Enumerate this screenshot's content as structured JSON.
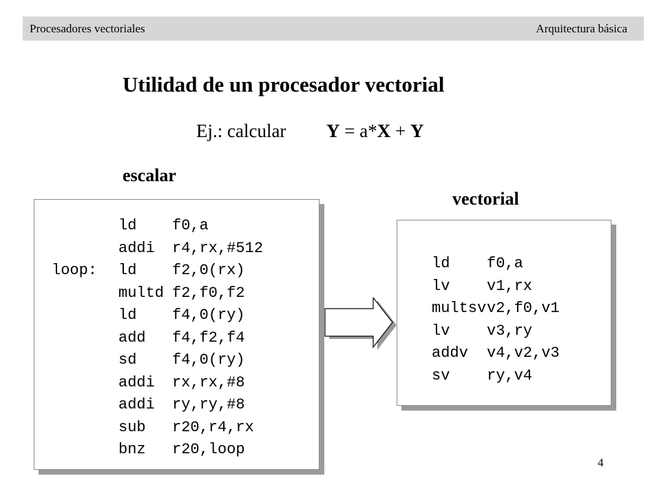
{
  "header": {
    "left": "Procesadores vectoriales",
    "right": "Arquitectura básica"
  },
  "title": "Utilidad de un procesador vectorial",
  "equation": {
    "label": "Ej.: calcular",
    "lhs": "Y",
    "eq1": " = a*",
    "x": "X",
    "eq2": " + ",
    "y": "Y"
  },
  "escalar": {
    "heading": "escalar",
    "lines": [
      {
        "label": "",
        "op": "ld",
        "args": "f0,a"
      },
      {
        "label": "",
        "op": "addi",
        "args": "r4,rx,#512"
      },
      {
        "label": "loop:",
        "op": "ld",
        "args": "f2,0(rx)"
      },
      {
        "label": "",
        "op": "multd",
        "args": "f2,f0,f2"
      },
      {
        "label": "",
        "op": "ld",
        "args": "f4,0(ry)"
      },
      {
        "label": "",
        "op": "add",
        "args": "f4,f2,f4"
      },
      {
        "label": "",
        "op": "sd",
        "args": "f4,0(ry)"
      },
      {
        "label": "",
        "op": "addi",
        "args": "rx,rx,#8"
      },
      {
        "label": "",
        "op": "addi",
        "args": "ry,ry,#8"
      },
      {
        "label": "",
        "op": "sub",
        "args": "r20,r4,rx"
      },
      {
        "label": "",
        "op": "bnz",
        "args": "r20,loop"
      }
    ]
  },
  "vectorial": {
    "heading": "vectorial",
    "lines": [
      {
        "op": "ld",
        "args": "f0,a"
      },
      {
        "op": "lv",
        "args": "v1,rx"
      },
      {
        "op": "multsv",
        "args": "v2,f0,v1"
      },
      {
        "op": "lv",
        "args": "v3,ry"
      },
      {
        "op": "addv",
        "args": "v4,v2,v3"
      },
      {
        "op": "sv",
        "args": "ry,v4"
      }
    ]
  },
  "page_number": "4",
  "colors": {
    "header_bg": "#d6d6d6",
    "shadow": "#9a9a9a",
    "arrow_fill": "#ffffff",
    "arrow_shadow": "#9a9a9a"
  },
  "icons": {
    "arrow": "right-arrow-icon"
  }
}
